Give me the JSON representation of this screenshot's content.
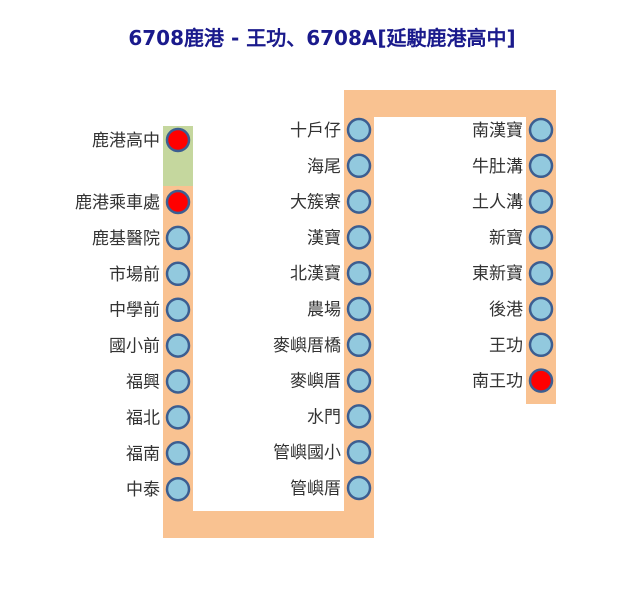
{
  "title": "6708鹿港 - 王功、6708A[延駛鹿港高中]",
  "colors": {
    "title": "#1a1a8c",
    "route_main": "#f9c291",
    "route_extension": "#c5d79e",
    "stop_normal_fill": "#92c9de",
    "stop_terminal_fill": "#ff0000",
    "stop_stroke": "#3c5e91",
    "label": "#333333"
  },
  "columns": [
    {
      "stops": [
        {
          "name": "鹿港高中",
          "type": "terminal"
        },
        {
          "name": "鹿港乘車處",
          "type": "terminal"
        },
        {
          "name": "鹿基醫院",
          "type": "normal"
        },
        {
          "name": "市場前",
          "type": "normal"
        },
        {
          "name": "中學前",
          "type": "normal"
        },
        {
          "name": "國小前",
          "type": "normal"
        },
        {
          "name": "福興",
          "type": "normal"
        },
        {
          "name": "福北",
          "type": "normal"
        },
        {
          "name": "福南",
          "type": "normal"
        },
        {
          "name": "中泰",
          "type": "normal"
        }
      ]
    },
    {
      "stops": [
        {
          "name": "十戶仔",
          "type": "normal"
        },
        {
          "name": "海尾",
          "type": "normal"
        },
        {
          "name": "大簇寮",
          "type": "normal"
        },
        {
          "name": "漢寶",
          "type": "normal"
        },
        {
          "name": "北漢寶",
          "type": "normal"
        },
        {
          "name": "農場",
          "type": "normal"
        },
        {
          "name": "麥嶼厝橋",
          "type": "normal"
        },
        {
          "name": "麥嶼厝",
          "type": "normal"
        },
        {
          "name": "水門",
          "type": "normal"
        },
        {
          "name": "管嶼國小",
          "type": "normal"
        },
        {
          "name": "管嶼厝",
          "type": "normal"
        }
      ]
    },
    {
      "stops": [
        {
          "name": "南漢寶",
          "type": "normal"
        },
        {
          "name": "牛肚溝",
          "type": "normal"
        },
        {
          "name": "土人溝",
          "type": "normal"
        },
        {
          "name": "新寶",
          "type": "normal"
        },
        {
          "name": "東新寶",
          "type": "normal"
        },
        {
          "name": "後港",
          "type": "normal"
        },
        {
          "name": "王功",
          "type": "normal"
        },
        {
          "name": "南王功",
          "type": "terminal"
        }
      ]
    }
  ]
}
